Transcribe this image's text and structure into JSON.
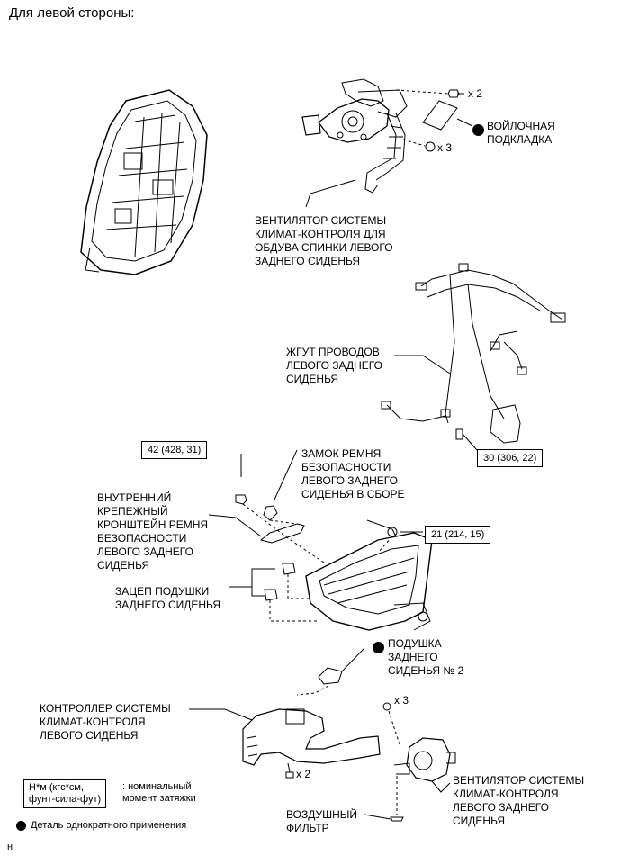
{
  "heading": "Для левой стороны:",
  "labels": {
    "felt_pad": "ВОЙЛОЧНАЯ\nПОДКЛАДКА",
    "back_fan": "ВЕНТИЛЯТОР СИСТЕМЫ\nКЛИМАТ-КОНТРОЛЯ ДЛЯ\nОБДУВА СПИНКИ ЛЕВОГО\nЗАДНЕГО СИДЕНЬЯ",
    "harness": "ЖГУТ ПРОВОДОВ\nЛЕВОГО ЗАДНЕГО\nСИДЕНЬЯ",
    "buckle": "ЗАМОК РЕМНЯ\nБЕЗОПАСНОСТИ\nЛЕВОГО ЗАДНЕГО\nСИДЕНЬЯ В СБОРЕ",
    "bracket": "ВНУТРЕННИЙ\nКРЕПЕЖНЫЙ\nКРОНШТЕЙН РЕМНЯ\nБЕЗОПАСНОСТИ\nЛЕВОГО ЗАДНЕГО\nСИДЕНЬЯ",
    "hook": "ЗАЦЕП ПОДУШКИ\nЗАДНЕГО СИДЕНЬЯ",
    "cushion2": "ПОДУШКА\nЗАДНЕГО\nСИДЕНЬЯ № 2",
    "controller": "КОНТРОЛЛЕР СИСТЕМЫ\nКЛИМАТ-КОНТРОЛЯ\nЛЕВОГО СИДЕНЬЯ",
    "seat_fan": "ВЕНТИЛЯТОР СИСТЕМЫ\nКЛИМАТ-КОНТРОЛЯ\nЛЕВОГО ЗАДНЕГО\nСИДЕНЬЯ",
    "filter": "ВОЗДУШНЫЙ\nФИЛЬТР"
  },
  "torques": {
    "t1": "42 (428, 31)",
    "t2": "30 (306, 22)",
    "t3": "21 (214, 15)"
  },
  "quantities": {
    "q_bolt_top": "x 2",
    "q_nut_top": "x 3",
    "q_nut_fan": "x 3",
    "q_bolt_ctrl": "x 2"
  },
  "legend": {
    "unit_box": "Н*м (кгс*см,\nфунт-сила-фут)",
    "unit_desc": ": номинальный\nмомент затяжки",
    "single_use": "Деталь однократного применения"
  },
  "footer_code": "н",
  "icons": {
    "single_use_marker": "filled-black-circle"
  }
}
